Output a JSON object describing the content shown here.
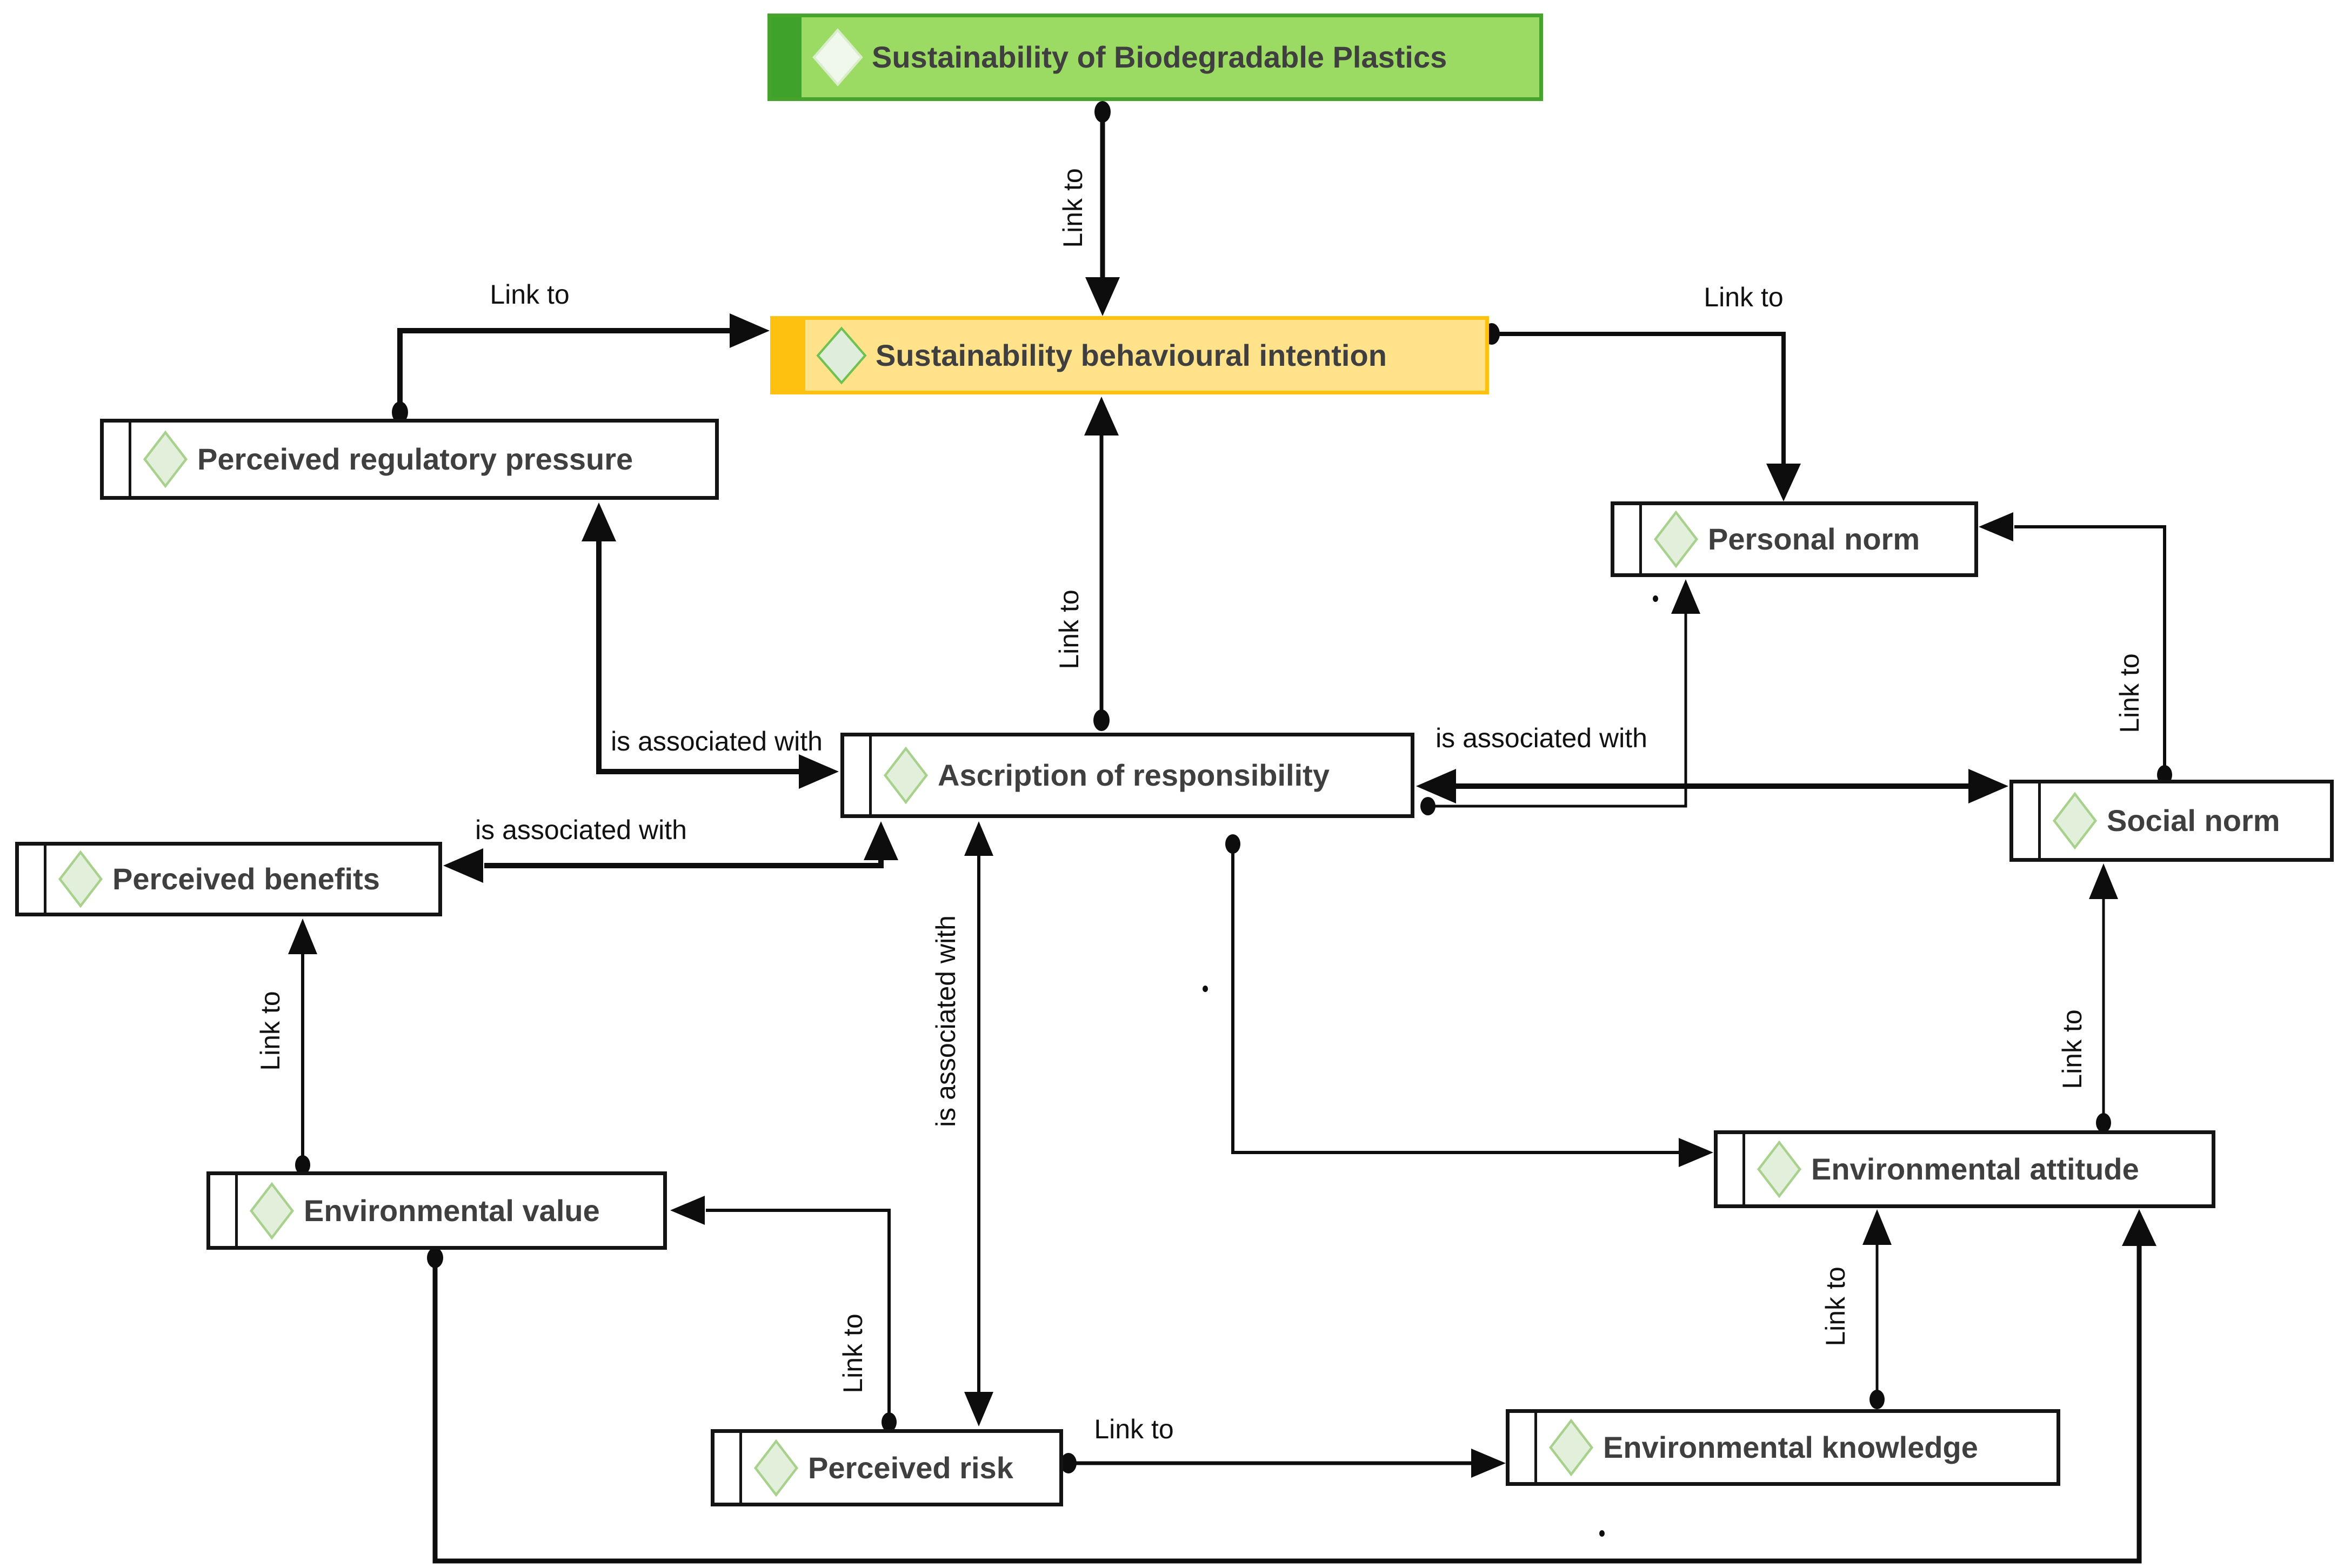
{
  "nodes": {
    "main": {
      "label": "Sustainability of Biodegradable Plastics",
      "type": "main-topic"
    },
    "intention": {
      "label": "Sustainability behavioural intention",
      "type": "highlighted-topic"
    },
    "perceived_regulatory_pressure": {
      "label": "Perceived regulatory pressure",
      "type": "concept"
    },
    "personal_norm": {
      "label": "Personal norm",
      "type": "concept"
    },
    "ascription_of_responsibility": {
      "label": "Ascription of responsibility",
      "type": "concept"
    },
    "social_norm": {
      "label": "Social norm",
      "type": "concept"
    },
    "perceived_benefits": {
      "label": "Perceived benefits",
      "type": "concept"
    },
    "environmental_value": {
      "label": "Environmental value",
      "type": "concept"
    },
    "environmental_attitude": {
      "label": "Environmental attitude",
      "type": "concept"
    },
    "perceived_risk": {
      "label": "Perceived risk",
      "type": "concept"
    },
    "environmental_knowledge": {
      "label": "Environmental knowledge",
      "type": "concept"
    }
  },
  "edges": [
    {
      "from": "Sustainability of Biodegradable Plastics",
      "to": "Sustainability behavioural intention",
      "label": "Link to",
      "arrow": "one-way"
    },
    {
      "from": "Perceived regulatory pressure",
      "to": "Sustainability behavioural intention",
      "label": "Link to",
      "arrow": "one-way"
    },
    {
      "from": "Sustainability behavioural intention",
      "to": "Personal norm",
      "label": "Link to",
      "arrow": "one-way"
    },
    {
      "from": "Ascription of responsibility",
      "to": "Sustainability behavioural intention",
      "label": "Link to",
      "arrow": "one-way"
    },
    {
      "from": "Perceived regulatory pressure",
      "to": "Ascription of responsibility",
      "label": "is associated with",
      "arrow": "two-way"
    },
    {
      "from": "Ascription of responsibility",
      "to": "Social norm",
      "label": "is associated with",
      "arrow": "two-way"
    },
    {
      "from": "Ascription of responsibility",
      "to": "Personal norm",
      "label": "",
      "arrow": "one-way"
    },
    {
      "from": "Ascription of responsibility",
      "to": "Perceived benefits",
      "label": "is associated with",
      "arrow": "two-way"
    },
    {
      "from": "Ascription of responsibility",
      "to": "Perceived risk",
      "label": "is associated with",
      "arrow": "two-way"
    },
    {
      "from": "Ascription of responsibility",
      "to": "Environmental attitude",
      "label": "",
      "arrow": "one-way"
    },
    {
      "from": "Environmental value",
      "to": "Perceived benefits",
      "label": "Link to",
      "arrow": "one-way"
    },
    {
      "from": "Perceived risk",
      "to": "Environmental value",
      "label": "Link to",
      "arrow": "one-way"
    },
    {
      "from": "Perceived risk",
      "to": "Environmental knowledge",
      "label": "Link to",
      "arrow": "one-way"
    },
    {
      "from": "Environmental knowledge",
      "to": "Environmental attitude",
      "label": "Link to",
      "arrow": "one-way"
    },
    {
      "from": "Environmental attitude",
      "to": "Social norm",
      "label": "Link to",
      "arrow": "one-way"
    },
    {
      "from": "Social norm",
      "to": "Personal norm",
      "label": "Link to",
      "arrow": "one-way"
    },
    {
      "from": "Environmental value",
      "to": "Environmental attitude",
      "label": "",
      "arrow": "one-way"
    }
  ],
  "colors": {
    "main_topic_fill": "#9CDB63",
    "main_topic_border": "#46A42E",
    "highlight_topic_fill": "#FFE28A",
    "highlight_topic_border": "#FEC110",
    "concept_fill": "#FFFFFF",
    "concept_border": "#141414",
    "diamond_fill": "#E2EFDA",
    "diamond_border": "#A9D18E",
    "node_text": "#3F3F3F",
    "edge_line": "#0D0D0D"
  }
}
